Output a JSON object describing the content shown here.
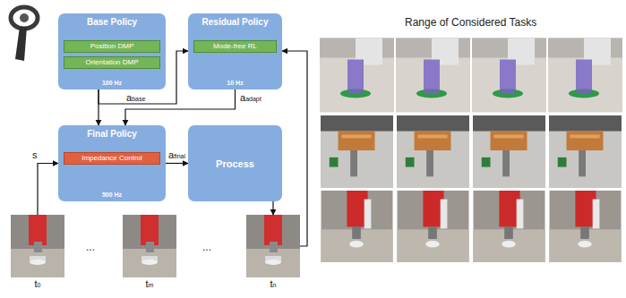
{
  "diagram": {
    "nodes": [
      {
        "text": [
          "Base Policy",
          "100 Hz"
        ]
      },
      {
        "text": [
          "Position DMP"
        ],
        "in": 0
      },
      {
        "text": [
          "Orientation DMP"
        ],
        "in": 0
      },
      {
        "text": [
          "Residual Policy",
          "10 Hz"
        ]
      },
      {
        "text": [
          "Mode-free RL"
        ],
        "in": 3
      },
      {
        "text": [
          "Final Policy",
          "500 Hz"
        ]
      },
      {
        "text": [
          "Impedance Control"
        ],
        "in": 5
      },
      {
        "text": [
          "Process"
        ]
      },
      {
        "text": [
          "t0"
        ]
      },
      {
        "text": [
          "tm"
        ]
      },
      {
        "text": [
          "tn"
        ]
      }
    ],
    "edges": [
      {
        "from": 0,
        "to": 3,
        "label": "abase",
        "arrow": "to"
      },
      {
        "from": 0,
        "to": 5,
        "arrow": "to"
      },
      {
        "from": 3,
        "to": 5,
        "label": "aadapt",
        "arrow": "to"
      },
      {
        "from": 5,
        "to": 7,
        "label": "afinal",
        "arrow": "to"
      },
      {
        "from": 7,
        "to": 10,
        "arrow": "to"
      },
      {
        "from": 10,
        "to": 3,
        "arrow": "to"
      },
      {
        "from": 8,
        "to": 5,
        "label": "s",
        "arrow": "to"
      }
    ],
    "labels": [
      "...",
      "...",
      "Range of Considered Tasks"
    ]
  }
}
